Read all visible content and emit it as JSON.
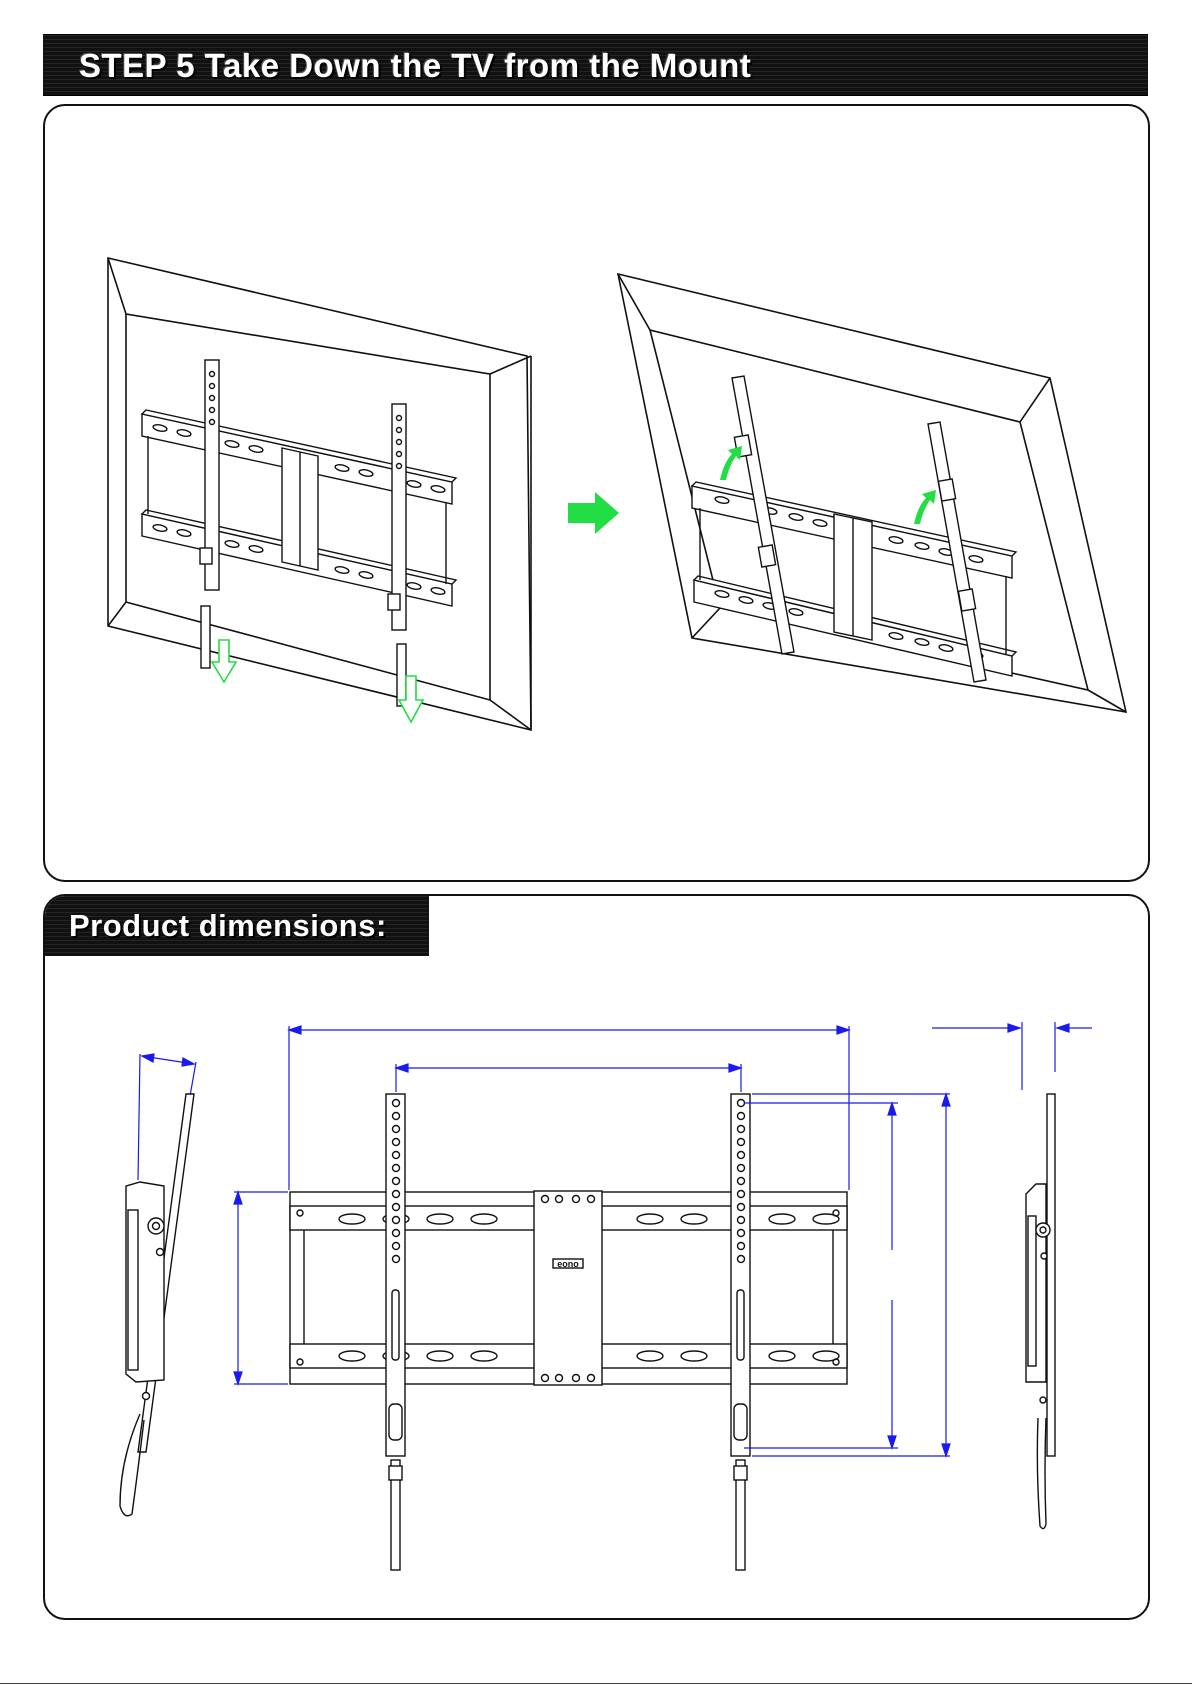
{
  "header": {
    "title": "STEP 5 Take Down the TV from the Mount"
  },
  "section": {
    "title": "Product dimensions:"
  },
  "colors": {
    "arrow": "#22dd44",
    "dimension": "#1a1aee",
    "line": "#111111",
    "banner": "#111111"
  },
  "icons": {
    "down_arrow": "hollow-green-down-arrow",
    "next_arrow": "solid-green-right-arrow",
    "lift_arrow": "green-curved-up-arrow"
  },
  "logo": {
    "text": "eono"
  }
}
